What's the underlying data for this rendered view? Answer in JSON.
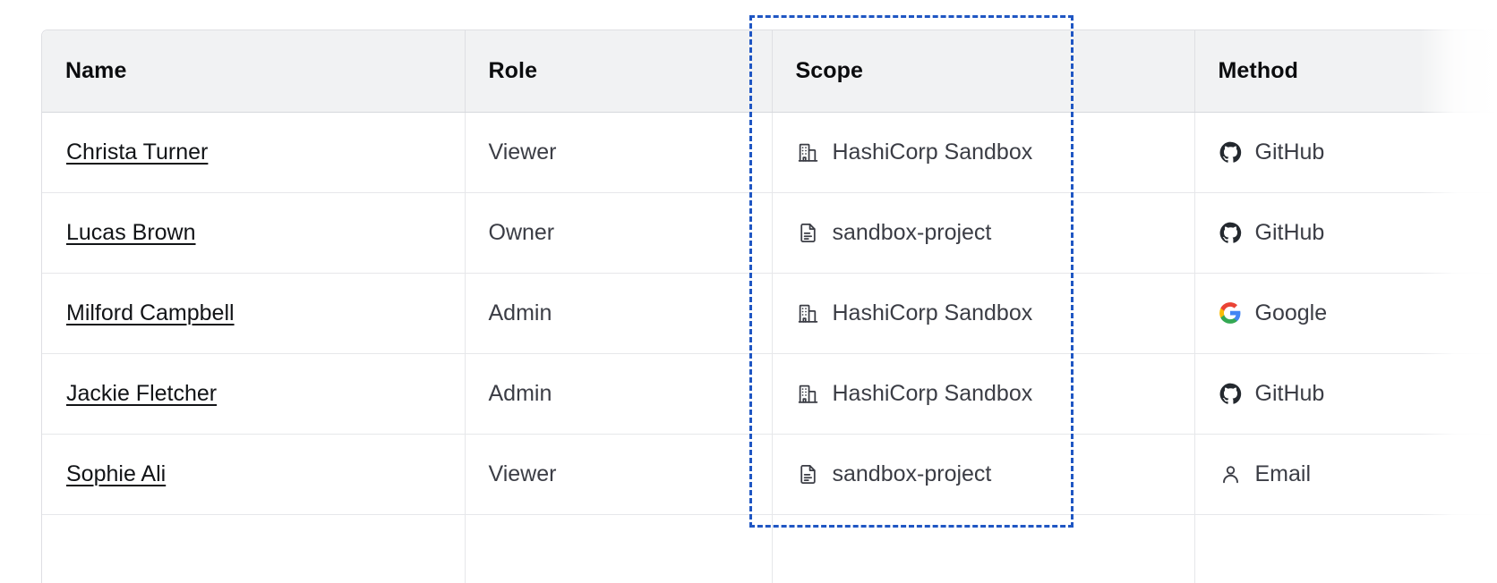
{
  "table": {
    "columns": [
      {
        "key": "name",
        "label": "Name"
      },
      {
        "key": "role",
        "label": "Role"
      },
      {
        "key": "scope",
        "label": "Scope"
      },
      {
        "key": "method",
        "label": "Method"
      }
    ],
    "rows": [
      {
        "name": "Christa Turner",
        "role": "Viewer",
        "scope": "HashiCorp Sandbox",
        "scope_icon": "organization-building-icon",
        "method": "GitHub",
        "method_icon": "github-icon"
      },
      {
        "name": "Lucas Brown",
        "role": "Owner",
        "scope": "sandbox-project",
        "scope_icon": "project-document-icon",
        "method": "GitHub",
        "method_icon": "github-icon"
      },
      {
        "name": "Milford Campbell",
        "role": "Admin",
        "scope": "HashiCorp Sandbox",
        "scope_icon": "organization-building-icon",
        "method": "Google",
        "method_icon": "google-icon"
      },
      {
        "name": "Jackie Fletcher",
        "role": "Admin",
        "scope": "HashiCorp Sandbox",
        "scope_icon": "organization-building-icon",
        "method": "GitHub",
        "method_icon": "github-icon"
      },
      {
        "name": "Sophie Ali",
        "role": "Viewer",
        "scope": "sandbox-project",
        "scope_icon": "project-document-icon",
        "method": "Email",
        "method_icon": "user-person-icon"
      }
    ]
  },
  "highlight": {
    "target_column": "Scope",
    "border_color": "#1f56c3",
    "style": "dashed"
  },
  "colors": {
    "header_background": "#f1f2f3",
    "header_text": "#0b0c0e",
    "cell_text": "#3b3d45",
    "link_text": "#121417",
    "border": "#e6e7ea",
    "google_blue": "#4285f4",
    "google_red": "#ea4335",
    "google_yellow": "#fbbc05",
    "google_green": "#34a853",
    "github_dark": "#24292f"
  }
}
